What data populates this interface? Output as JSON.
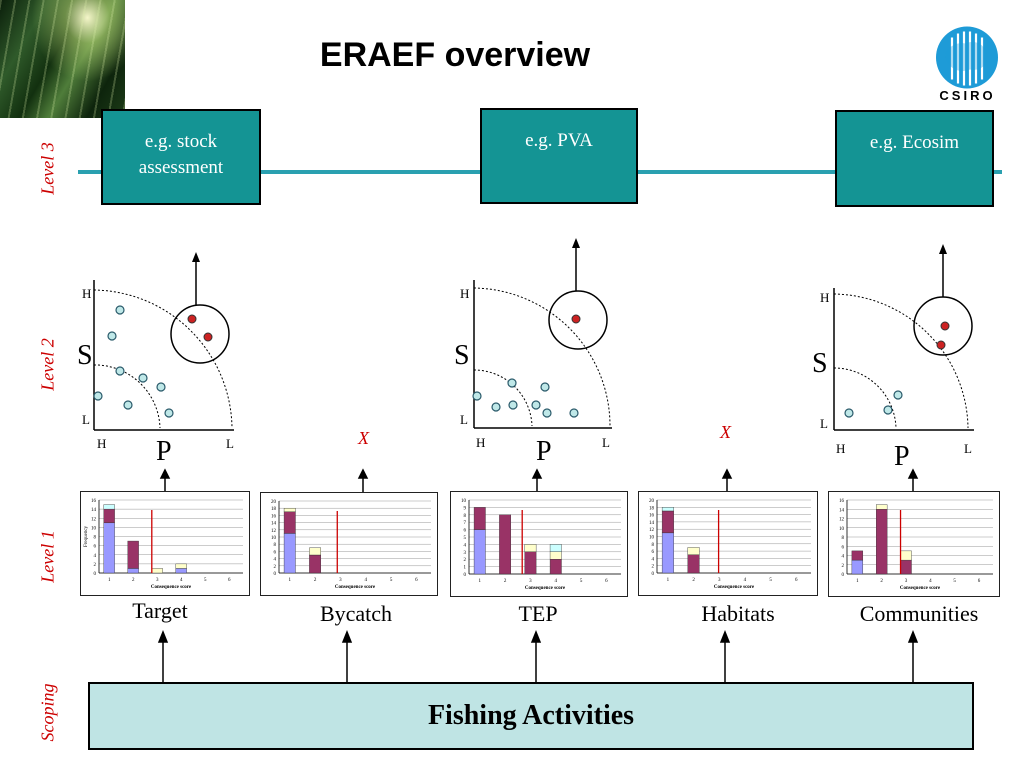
{
  "title": "ERAEF overview",
  "logo": {
    "text": "CSIRO"
  },
  "levels": {
    "level3": "Level 3",
    "level2": "Level 2",
    "level1": "Level 1",
    "scoping": "Scoping"
  },
  "level3_boxes": [
    "e.g. stock\nassessment",
    "e.g. PVA",
    "e.g. Ecosim"
  ],
  "psa_plots": [
    {
      "s_label": "S",
      "p_label": "P",
      "y_high": "H",
      "y_low": "L",
      "x_high": "H",
      "x_low": "L"
    },
    {
      "s_label": "S",
      "p_label": "P",
      "y_high": "H",
      "y_low": "L",
      "x_high": "H",
      "x_low": "L"
    },
    {
      "s_label": "S",
      "p_label": "P",
      "y_high": "H",
      "y_low": "L",
      "x_high": "H",
      "x_low": "L"
    }
  ],
  "not_applicable_marks": [
    "X",
    "X"
  ],
  "components": [
    "Target",
    "Bycatch",
    "TEP",
    "Habitats",
    "Communities"
  ],
  "bottom_box": "Fishing Activities",
  "chart_data": [
    {
      "type": "bar",
      "stacked": true,
      "component": "Target",
      "categories": [
        "1",
        "2",
        "3",
        "4",
        "5",
        "6"
      ],
      "ylim": [
        0,
        16
      ],
      "yticks": [
        "0",
        "2",
        "4",
        "6",
        "8",
        "10",
        "12",
        "14",
        "16"
      ],
      "xlabel": "Consequence score",
      "ylabel": "Frequency",
      "series": [
        {
          "color": "#9999ff",
          "values": [
            11,
            1,
            0,
            1,
            0,
            0
          ]
        },
        {
          "color": "#993366",
          "values": [
            3,
            6,
            0,
            0,
            0,
            0
          ]
        },
        {
          "color": "#ffffcc",
          "values": [
            0,
            0,
            1,
            1,
            0,
            0
          ]
        },
        {
          "color": "#ccffff",
          "values": [
            1,
            0,
            0,
            0,
            0,
            0
          ]
        }
      ],
      "threshold": 2.5
    },
    {
      "type": "bar",
      "stacked": true,
      "component": "Bycatch",
      "categories": [
        "1",
        "2",
        "3",
        "4",
        "5",
        "6"
      ],
      "ylim": [
        0,
        20
      ],
      "yticks": [
        "0",
        "2",
        "4",
        "6",
        "8",
        "10",
        "12",
        "14",
        "16",
        "18",
        "20"
      ],
      "xlabel": "Consequence score",
      "ylabel": "",
      "series": [
        {
          "color": "#9999ff",
          "values": [
            11,
            0,
            0,
            0,
            0,
            0
          ]
        },
        {
          "color": "#993366",
          "values": [
            6,
            5,
            0,
            0,
            0,
            0
          ]
        },
        {
          "color": "#ffffcc",
          "values": [
            1,
            2,
            0,
            0,
            0,
            0
          ]
        },
        {
          "color": "#ccffff",
          "values": [
            0,
            0,
            0,
            0,
            0,
            0
          ]
        }
      ],
      "threshold": 2.6
    },
    {
      "type": "bar",
      "stacked": true,
      "component": "TEP",
      "categories": [
        "1",
        "2",
        "3",
        "4",
        "5",
        "6"
      ],
      "ylim": [
        0,
        10
      ],
      "yticks": [
        "0",
        "1",
        "2",
        "3",
        "4",
        "5",
        "6",
        "7",
        "8",
        "9",
        "10"
      ],
      "xlabel": "Consequence score",
      "ylabel": "",
      "series": [
        {
          "color": "#9999ff",
          "values": [
            6,
            0,
            0,
            0,
            0,
            0
          ]
        },
        {
          "color": "#993366",
          "values": [
            3,
            8,
            3,
            2,
            0,
            0
          ]
        },
        {
          "color": "#ffffcc",
          "values": [
            0,
            0,
            1,
            1,
            0,
            0
          ]
        },
        {
          "color": "#ccffff",
          "values": [
            0,
            0,
            0,
            1,
            0,
            0
          ]
        }
      ],
      "threshold": 2.4
    },
    {
      "type": "bar",
      "stacked": true,
      "component": "Habitats",
      "categories": [
        "1",
        "2",
        "3",
        "4",
        "5",
        "6"
      ],
      "ylim": [
        0,
        20
      ],
      "yticks": [
        "0",
        "2",
        "4",
        "6",
        "8",
        "10",
        "12",
        "14",
        "16",
        "18",
        "20"
      ],
      "xlabel": "Consequence score",
      "ylabel": "",
      "series": [
        {
          "color": "#9999ff",
          "values": [
            11,
            0,
            0,
            0,
            0,
            0
          ]
        },
        {
          "color": "#993366",
          "values": [
            6,
            5,
            0,
            0,
            0,
            0
          ]
        },
        {
          "color": "#ffffcc",
          "values": [
            0,
            2,
            0,
            0,
            0,
            0
          ]
        },
        {
          "color": "#ccffff",
          "values": [
            1,
            0,
            0,
            0,
            0,
            0
          ]
        }
      ],
      "threshold": 2.7
    },
    {
      "type": "bar",
      "stacked": true,
      "component": "Communities",
      "categories": [
        "1",
        "2",
        "3",
        "4",
        "5",
        "6"
      ],
      "ylim": [
        0,
        16
      ],
      "yticks": [
        "0",
        "2",
        "4",
        "6",
        "8",
        "10",
        "12",
        "14",
        "16"
      ],
      "xlabel": "Consequence score",
      "ylabel": "",
      "series": [
        {
          "color": "#9999ff",
          "values": [
            3,
            0,
            0,
            0,
            0,
            0
          ]
        },
        {
          "color": "#993366",
          "values": [
            2,
            14,
            3,
            0,
            0,
            0
          ]
        },
        {
          "color": "#ffffcc",
          "values": [
            0,
            1,
            2,
            0,
            0,
            0
          ]
        },
        {
          "color": "#ccffff",
          "values": [
            0,
            0,
            0,
            0,
            0,
            0
          ]
        }
      ],
      "threshold": 2.5
    }
  ]
}
